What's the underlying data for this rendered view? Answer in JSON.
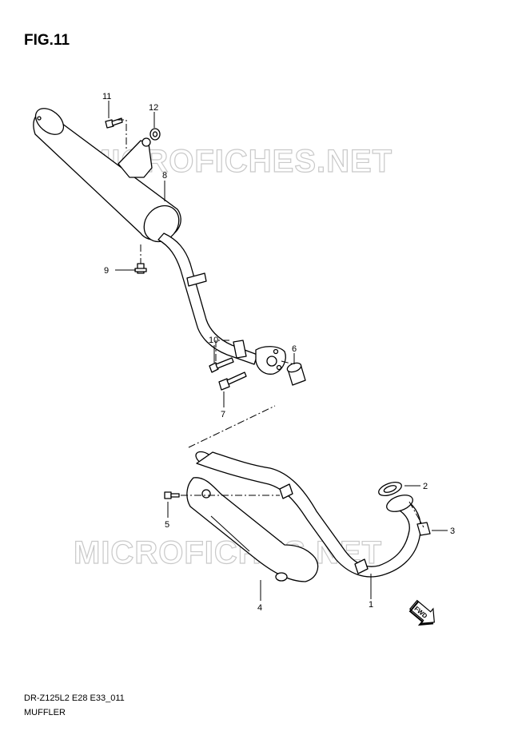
{
  "figure": {
    "title": "FIG.11",
    "code": "DR-Z125L2 E28 E33_011",
    "name": "MUFFLER"
  },
  "watermark": "MICROFICHES.NET",
  "fwd_label": "FWD",
  "callouts": [
    {
      "id": "c11",
      "label": "11"
    },
    {
      "id": "c12",
      "label": "12"
    },
    {
      "id": "c8",
      "label": "8"
    },
    {
      "id": "c9",
      "label": "9"
    },
    {
      "id": "c10",
      "label": "10"
    },
    {
      "id": "c6",
      "label": "6"
    },
    {
      "id": "c7",
      "label": "7"
    },
    {
      "id": "c2",
      "label": "2"
    },
    {
      "id": "c3",
      "label": "3"
    },
    {
      "id": "c5",
      "label": "5"
    },
    {
      "id": "c4",
      "label": "4"
    },
    {
      "id": "c1",
      "label": "1"
    }
  ]
}
